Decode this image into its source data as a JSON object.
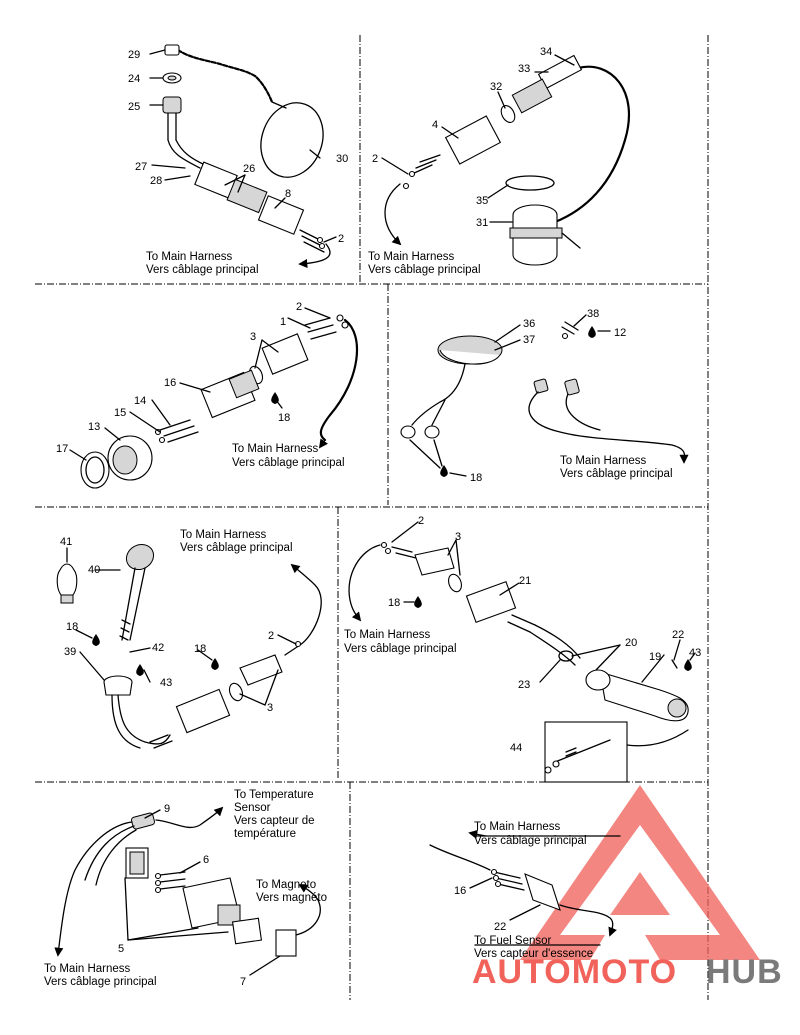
{
  "panels": {
    "p1": {
      "callouts": {
        "c29": "29",
        "c24": "24",
        "c25": "25",
        "c27": "27",
        "c28": "28",
        "c26": "26",
        "c8": "8",
        "c30": "30",
        "c2": "2"
      },
      "label_en": "To Main Harness",
      "label_fr": "Vers câblage principal"
    },
    "p2": {
      "callouts": {
        "c34": "34",
        "c33": "33",
        "c32": "32",
        "c4": "4",
        "c2": "2",
        "c35": "35",
        "c31": "31"
      },
      "label_en": "To Main Harness",
      "label_fr": "Vers câblage principal"
    },
    "p3": {
      "callouts": {
        "c2": "2",
        "c1": "1",
        "c3": "3",
        "c16": "16",
        "c14": "14",
        "c15": "15",
        "c13": "13",
        "c17": "17",
        "c18": "18"
      },
      "label_en": "To Main Harness",
      "label_fr": "Vers câblage principal"
    },
    "p4": {
      "callouts": {
        "c38": "38",
        "c36": "36",
        "c37": "37",
        "c12": "12",
        "c18": "18"
      },
      "label_en": "To Main Harness",
      "label_fr": "Vers câblage principal"
    },
    "p5": {
      "callouts": {
        "c41": "41",
        "c40": "40",
        "c18a": "18",
        "c42": "42",
        "c39": "39",
        "c43": "43",
        "c18b": "18",
        "c2": "2",
        "c3": "3"
      },
      "label_en": "To Main Harness",
      "label_fr": "Vers câblage principal"
    },
    "p6": {
      "callouts": {
        "c2": "2",
        "c3": "3",
        "c18": "18",
        "c21": "21",
        "c22": "22",
        "c20": "20",
        "c19": "19",
        "c43": "43",
        "c23": "23",
        "c44": "44"
      },
      "label_en": "To Main Harness",
      "label_fr": "Vers câblage principal"
    },
    "p7": {
      "callouts": {
        "c9": "9",
        "c6": "6",
        "c5": "5",
        "c7": "7"
      },
      "temp_en_1": "To Temperature",
      "temp_en_2": "Sensor",
      "temp_fr_1": "Vers capteur de",
      "temp_fr_2": "température",
      "magneto_en": "To Magneto",
      "magneto_fr": "Vers magnéto",
      "main_en": "To Main Harness",
      "main_fr": "Vers câblage principal"
    },
    "p8": {
      "callouts": {
        "c16": "16",
        "c22": "22"
      },
      "main_en": "To Main Harness",
      "main_fr": "Vers câblage principal",
      "fuel_en": "To Fuel Sensor",
      "fuel_fr": "Vers capteur d'essence"
    }
  },
  "watermark": {
    "part1": "AUTOMOTO",
    "part2": "HUB",
    "color_red": "#f0625a",
    "color_grey": "#7a7a7a"
  }
}
